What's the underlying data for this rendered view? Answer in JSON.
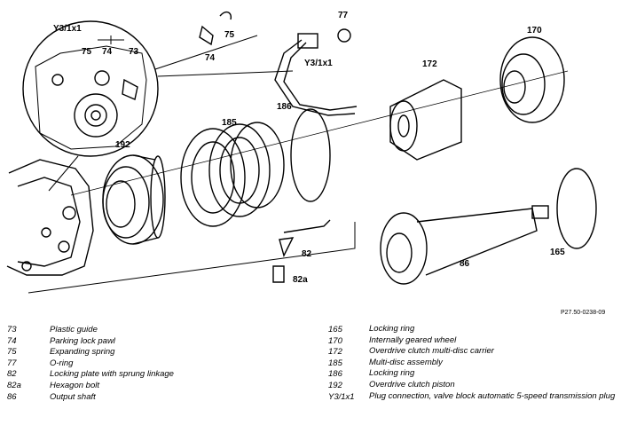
{
  "callouts": [
    "Y3/1x1",
    "75",
    "74",
    "73",
    "74",
    "75",
    "77",
    "Y3/1x1",
    "172",
    "170",
    "186",
    "185",
    "192",
    "82",
    "82a",
    "86",
    "165"
  ],
  "reference_code": "P27.50-0238-09",
  "legend_left": [
    {
      "num": "73",
      "desc": "Plastic guide"
    },
    {
      "num": "74",
      "desc": "Parking lock pawl"
    },
    {
      "num": "75",
      "desc": "Expanding spring"
    },
    {
      "num": "77",
      "desc": "O-ring"
    },
    {
      "num": "82",
      "desc": "Locking plate with sprung linkage"
    },
    {
      "num": "82a",
      "desc": "Hexagon bolt"
    },
    {
      "num": "86",
      "desc": "Output shaft"
    }
  ],
  "legend_right": [
    {
      "num": "165",
      "desc": "Locking ring"
    },
    {
      "num": "170",
      "desc": "Internally geared wheel"
    },
    {
      "num": "172",
      "desc": "Overdrive clutch multi-disc carrier"
    },
    {
      "num": "185",
      "desc": "Multi-disc assembly"
    },
    {
      "num": "186",
      "desc": "Locking ring"
    },
    {
      "num": "192",
      "desc": "Overdrive clutch piston"
    },
    {
      "num": "Y3/1x1",
      "desc": "Plug connection, valve block automatic 5-speed transmission plug"
    }
  ]
}
